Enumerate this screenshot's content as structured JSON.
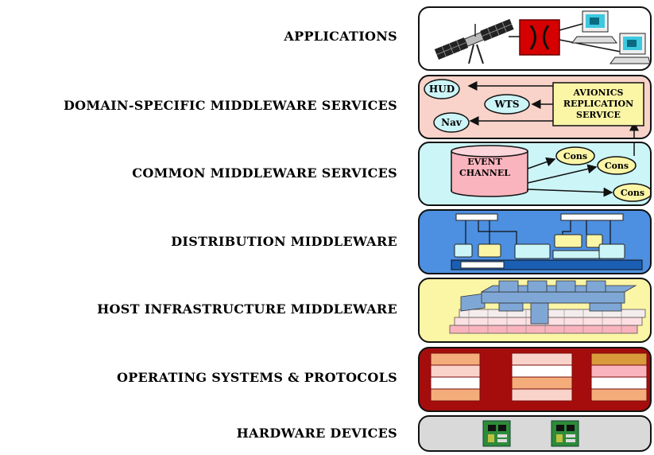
{
  "layers": [
    {
      "label": "APPLICATIONS"
    },
    {
      "label": "DOMAIN-SPECIFIC MIDDLEWARE SERVICES"
    },
    {
      "label": "COMMON MIDDLEWARE SERVICES"
    },
    {
      "label": "DISTRIBUTION MIDDLEWARE"
    },
    {
      "label": "HOST INFRASTRUCTURE MIDDLEWARE"
    },
    {
      "label": "OPERATING SYSTEMS & PROTOCOLS"
    },
    {
      "label": "HARDWARE DEVICES"
    }
  ],
  "domain_services": {
    "hud": "HUD",
    "wts": "WTS",
    "nav": "Nav",
    "avionics_line1": "AVIONICS",
    "avionics_line2": "REPLICATION",
    "avionics_line3": "SERVICE"
  },
  "common_services": {
    "event_line1": "EVENT",
    "event_line2": "CHANNEL",
    "consumers": [
      "Cons",
      "Cons",
      "Cons"
    ]
  },
  "colors": {
    "applications_bg": "#ffffff",
    "domain_bg": "#f9d3c9",
    "common_bg": "#ccf5f7",
    "distribution_bg": "#4d8fe0",
    "host_bg": "#fbf5a6",
    "os_bg": "#a50d0d",
    "hardware_bg": "#d9d9d9"
  }
}
